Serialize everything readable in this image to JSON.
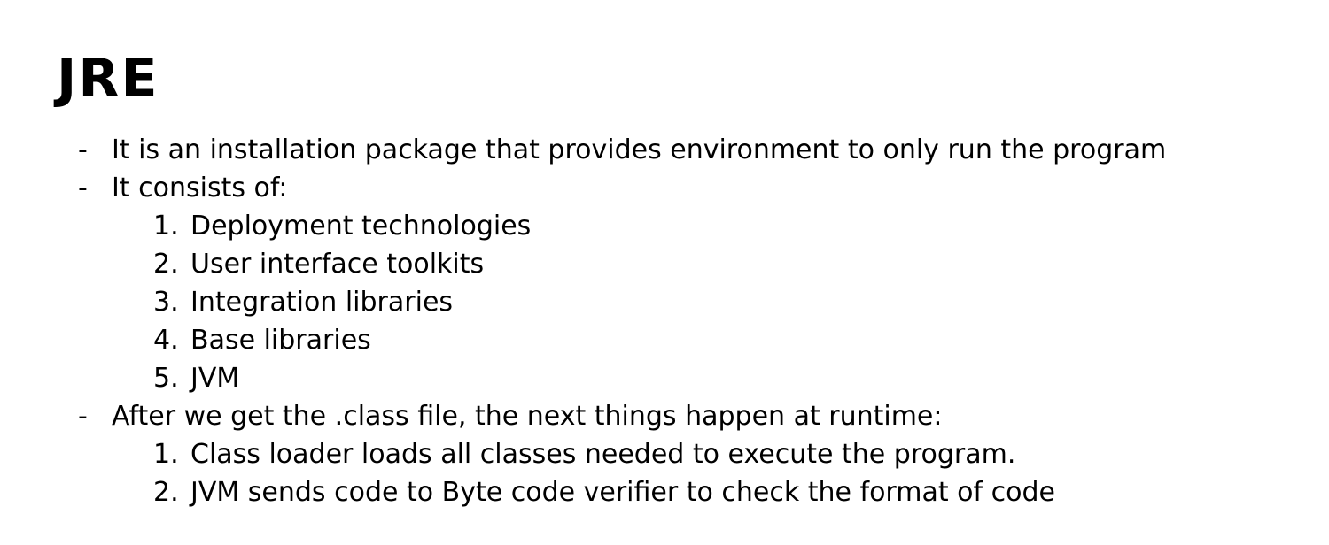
{
  "note": {
    "title": "JRE",
    "bullets": [
      {
        "marker": "-",
        "text": "It is an installation package that provides environment to only run the program",
        "items": []
      },
      {
        "marker": "-",
        "text": "It consists of:",
        "items": [
          {
            "num": "1.",
            "text": "Deployment technologies"
          },
          {
            "num": "2.",
            "text": "User interface toolkits"
          },
          {
            "num": "3.",
            "text": "Integration libraries"
          },
          {
            "num": "4.",
            "text": "Base libraries"
          },
          {
            "num": "5.",
            "text": "JVM"
          }
        ]
      },
      {
        "marker": "-",
        "text": "After we get the .class file, the next things happen at runtime:",
        "items": [
          {
            "num": "1.",
            "text": "Class loader loads all classes needed to execute the program."
          },
          {
            "num": "2.",
            "text": "JVM sends code to Byte code verifier to check the format of code"
          }
        ]
      }
    ],
    "colors": {
      "text": "#000000",
      "background": "#ffffff"
    }
  }
}
